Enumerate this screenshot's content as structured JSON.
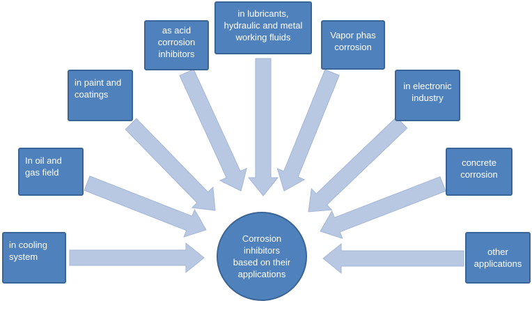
{
  "center": {
    "label": "Corrosion\ninhibitors\nbased on their\napplications"
  },
  "applications": [
    {
      "id": "cooling",
      "label": "in cooling\nsystem"
    },
    {
      "id": "oil-gas",
      "label": "In oil and\ngas  field"
    },
    {
      "id": "paint",
      "label": "in paint and\ncoatings"
    },
    {
      "id": "acid",
      "label": "as acid\ncorrosion\ninhibitors"
    },
    {
      "id": "lubricants",
      "label": "in lubricants,\nhydraulic and metal\nworking fluids"
    },
    {
      "id": "vapor",
      "label": "Vapor phas\ncorrosion"
    },
    {
      "id": "electronic",
      "label": "in electronic\nindustry"
    },
    {
      "id": "concrete",
      "label": "concrete\ncorrosion"
    },
    {
      "id": "other",
      "label": "other\napplications"
    }
  ],
  "colors": {
    "box_fill": "#4f81bd",
    "box_border": "#3b6496",
    "arrow_fill": "#b8c8e2",
    "arrow_stroke": "#a3b6d6"
  }
}
